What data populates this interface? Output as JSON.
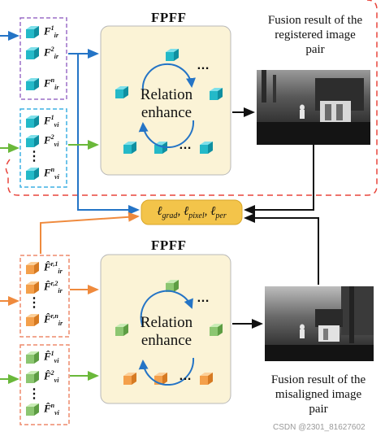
{
  "fpff_label": "FPFF",
  "relation_enhance": "Relation\nenhance",
  "relation_line1": "Relation",
  "relation_line2": "enhance",
  "caption_top": [
    "Fusion result of the",
    "registered image",
    "pair"
  ],
  "caption_bottom": [
    "Fusion result of the",
    "misaligned image",
    "pair"
  ],
  "loss_terms": [
    "ℓ",
    "grad",
    ", ℓ",
    "pixel",
    ", ℓ",
    "per"
  ],
  "feature_sets": {
    "ir_registered": [
      "1",
      "2",
      "n"
    ],
    "vi_registered": [
      "1",
      "2",
      "n"
    ],
    "ir_misaligned": [
      "r,1",
      "r,2",
      "r,n"
    ],
    "vi_misaligned": [
      "1",
      "2",
      "n"
    ]
  },
  "ellipsis": "…",
  "watermark": "CSDN @2301_81627602",
  "colors": {
    "ir_box": "#9b6fc7",
    "vi_box": "#3fb1e3",
    "misaligned_box": "#ee8a6b",
    "fpff_panel": "#fbf3d6",
    "loss_box": "#f3c44a",
    "blue_arrow": "#2474c6",
    "green_arrow": "#6ab83a",
    "orange_arrow": "#ef8a3d",
    "red_dashed": "#e8453c",
    "cyan_cube": "#24b9c8",
    "orange_cube": "#f4a04b",
    "green_cube": "#8cc671"
  }
}
